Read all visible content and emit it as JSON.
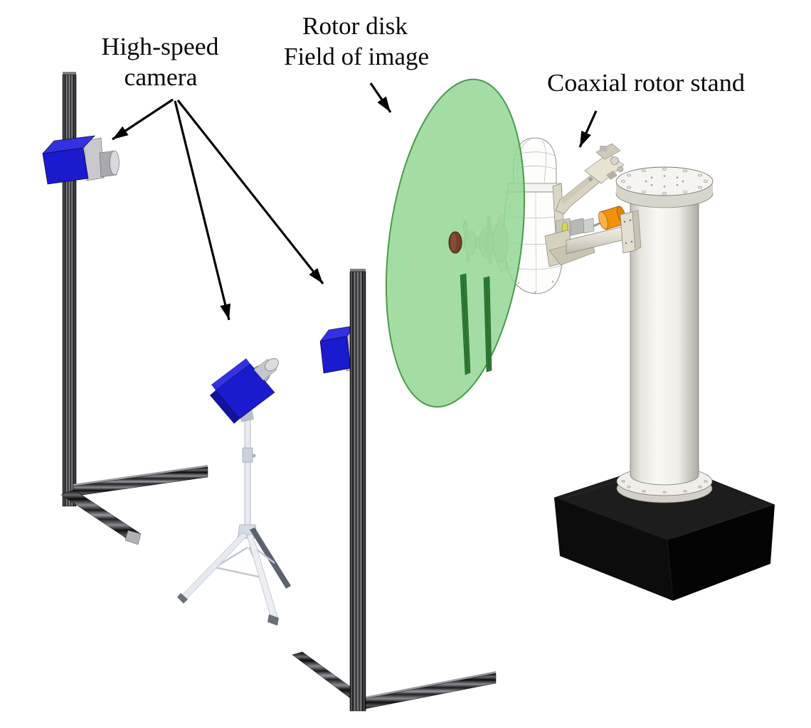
{
  "figure": {
    "background": "#ffffff",
    "labels": {
      "high_speed_camera": {
        "line1": "High-speed",
        "line2": "camera"
      },
      "rotor_disk": {
        "line1": "Rotor disk",
        "line2": "Field of image"
      },
      "coaxial_rotor_stand": {
        "text": "Coaxial rotor stand"
      }
    },
    "colors": {
      "camera_blue_top": "#3232e2",
      "camera_blue_front": "#1a1ace",
      "camera_blue_side": "#12129f",
      "lens_gray": "#c9c9ce",
      "disk_green_fill": "#8fd690",
      "disk_green_edge": "#4a9a4a",
      "blade_green": "#2f7a33",
      "spinner_brown": "#73402c",
      "motor_orange": "#f29206",
      "column_white": "#f5f4f0",
      "base_black": "#0c0c0c",
      "bracket_beige": "#d9d3c2",
      "tripod_light": "#e6e9ef",
      "arrow_black": "#000000",
      "text_black": "#0a0a0a"
    },
    "components": [
      "high-speed camera on left rail",
      "high-speed camera on tripod",
      "high-speed camera on right rail",
      "vertical camera rail with feet (x2)",
      "camera tripod",
      "rotor disk field of image (green)",
      "coaxial rotor hub with two blades",
      "rotor nacelle housing",
      "drive motor (orange)",
      "support arm and mounting plate",
      "support column with flanges",
      "black base block"
    ]
  }
}
